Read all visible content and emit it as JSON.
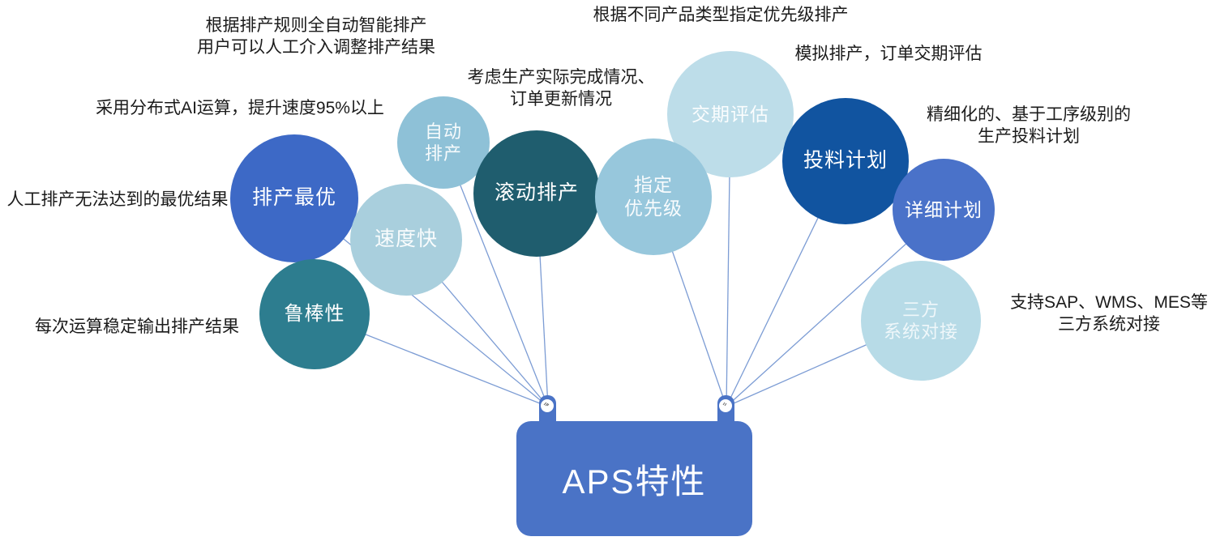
{
  "diagram_title": "APS特性",
  "colors": {
    "plaque": "#4A73C6",
    "connector": "#7C9CD4",
    "annotation_text": "#1B1B1B",
    "bubble_optimal": "#3D69C6",
    "bubble_speed": "#A9CFDD",
    "bubble_auto": "#8EC1D7",
    "bubble_rolling": "#1F5D6E",
    "bubble_robust": "#2D7D8F",
    "bubble_delivery": "#BDDDE9",
    "bubble_priority": "#97C7DC",
    "bubble_material": "#1154A0",
    "bubble_thirdparty": "#B7DBE7",
    "bubble_detailed": "#4A72C9"
  },
  "bubbles": [
    {
      "label": "排产最优",
      "color": "#3D69C6"
    },
    {
      "label": "速度快",
      "color": "#A9CFDD"
    },
    {
      "label_lines": [
        "自动",
        "排产"
      ],
      "color": "#8EC1D7"
    },
    {
      "label": "滚动排产",
      "color": "#1F5D6E"
    },
    {
      "label": "鲁棒性",
      "color": "#2D7D8F"
    },
    {
      "label": "交期评估",
      "color": "#BDDDE9"
    },
    {
      "label_lines": [
        "指定",
        "优先级"
      ],
      "color": "#97C7DC"
    },
    {
      "label": "投料计划",
      "color": "#1154A0"
    },
    {
      "label_lines": [
        "三方",
        "系统对接"
      ],
      "color": "#B7DBE7"
    },
    {
      "label": "详细计划",
      "color": "#4A72C9"
    }
  ],
  "annotations": [
    {
      "lines": [
        "根据排产规则全自动智能排产",
        "用户可以人工介入调整排产结果"
      ]
    },
    {
      "lines": [
        "采用分布式AI运算，提升速度95%以上"
      ]
    },
    {
      "lines": [
        "人工排产无法达到的最优结果"
      ]
    },
    {
      "lines": [
        "每次运算稳定输出排产结果"
      ]
    },
    {
      "lines": [
        "考虑生产实际完成情况、",
        "订单更新情况"
      ]
    },
    {
      "lines": [
        "根据不同产品类型指定优先级排产"
      ]
    },
    {
      "lines": [
        "模拟排产，订单交期评估"
      ]
    },
    {
      "lines": [
        "精细化的、基于工序级别的",
        "生产投料计划"
      ]
    },
    {
      "lines": [
        "支持SAP、WMS、MES等",
        "三方系统对接"
      ]
    }
  ]
}
